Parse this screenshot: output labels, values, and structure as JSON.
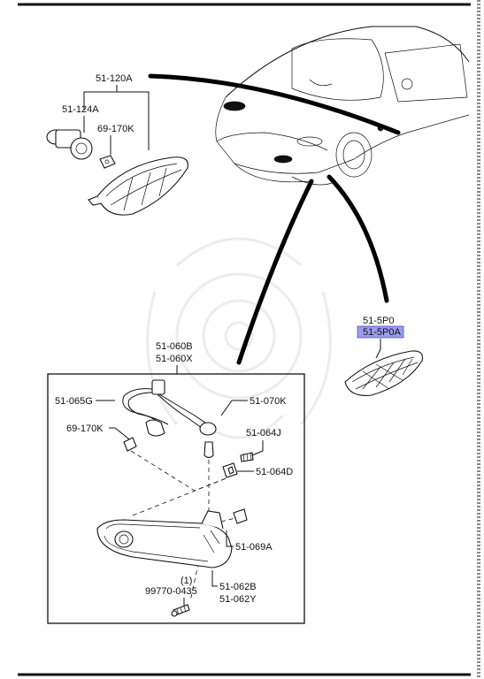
{
  "parts": {
    "assy_51_120A": "51-120A",
    "socket_51_124A": "51-124A",
    "bulb_69_170K_top": "69-170K",
    "lamp_51_5P0": "51-5P0",
    "lamp_51_5P0A": "51-5P0A",
    "lamp_51_060B": "51-060B",
    "lamp_51_060X": "51-060X",
    "harness_51_065G": "51-065G",
    "socket_51_070K": "51-070K",
    "bulb_69_170K_box": "69-170K",
    "screw_51_064J": "51-064J",
    "clip_51_064D": "51-064D",
    "clip_51_069A": "51-069A",
    "screw_qty": "(1)",
    "screw_99770_0435": "99770-0435",
    "lamp_51_062B": "51-062B",
    "lamp_51_062Y": "51-062Y"
  },
  "highlight_color": "#9a9cf0"
}
